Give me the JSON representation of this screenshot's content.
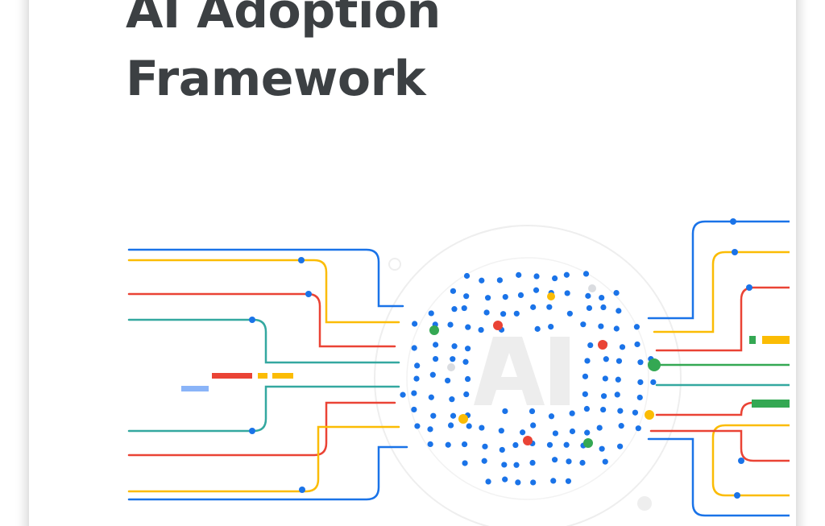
{
  "cover": {
    "title_line_1": "AI Adoption",
    "title_line_2": "Framework",
    "center_mark": "AI"
  },
  "colors": {
    "title": "#3c4043",
    "blue": "#1a73e8",
    "red": "#ea4335",
    "yellow": "#fbbc04",
    "green": "#34a853",
    "teal": "#34a8a0",
    "light_blue": "#8ab4f8",
    "grey": "#dadce0"
  },
  "icons": [
    "neural-network-illustration"
  ]
}
